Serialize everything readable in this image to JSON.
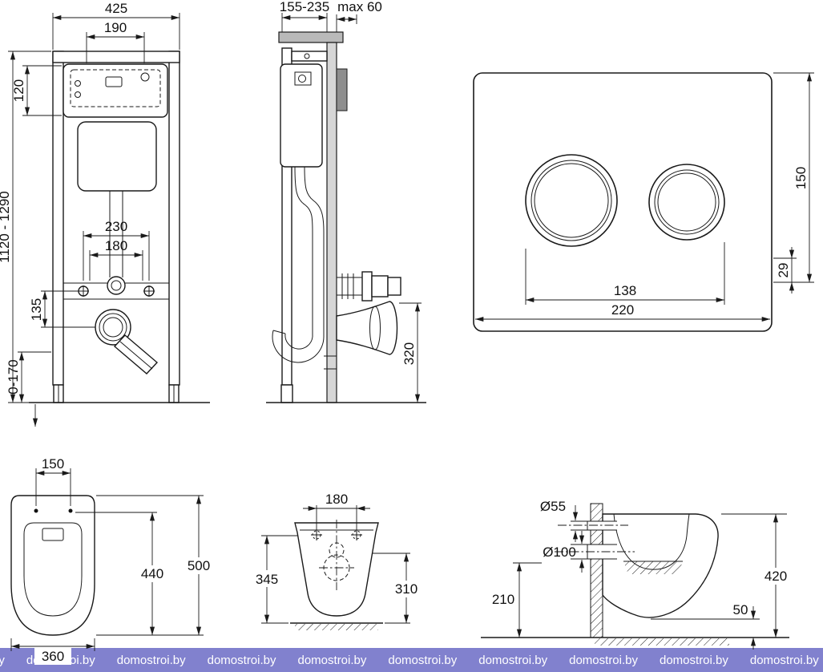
{
  "page": {
    "background": "#ffffff",
    "line_color": "#1a1a1a"
  },
  "watermark": {
    "text": "domostroi.by",
    "background": "#8181ce",
    "color": "#ffffff",
    "repeat": 10
  },
  "frame_front": {
    "width_total": "425",
    "cistern_width": "190",
    "cistern_height": "120",
    "install_height_range": "1120 - 1290",
    "fixing_spacing_outer": "230",
    "fixing_spacing_inner": "180",
    "outlet_offset": "135",
    "feet_adjust_range": "0-170"
  },
  "frame_side": {
    "depth_range": "155-235",
    "wall_clearance": "max 60",
    "outlet_height": "320"
  },
  "flush_plate": {
    "plate_height": "150",
    "button_bottom_offset": "29",
    "buttons_span": "138",
    "plate_width": "220"
  },
  "bowl_top": {
    "hinge_spacing": "150",
    "seat_length": "440",
    "total_length": "500",
    "bowl_width": "360"
  },
  "bowl_front": {
    "fixing_spacing": "180",
    "height_back": "345",
    "height_rim": "310"
  },
  "bowl_side": {
    "inlet_diameter": "Ø55",
    "outlet_diameter": "Ø100",
    "outlet_axis_height": "210",
    "rim_height": "420",
    "bottom_gap": "50"
  }
}
